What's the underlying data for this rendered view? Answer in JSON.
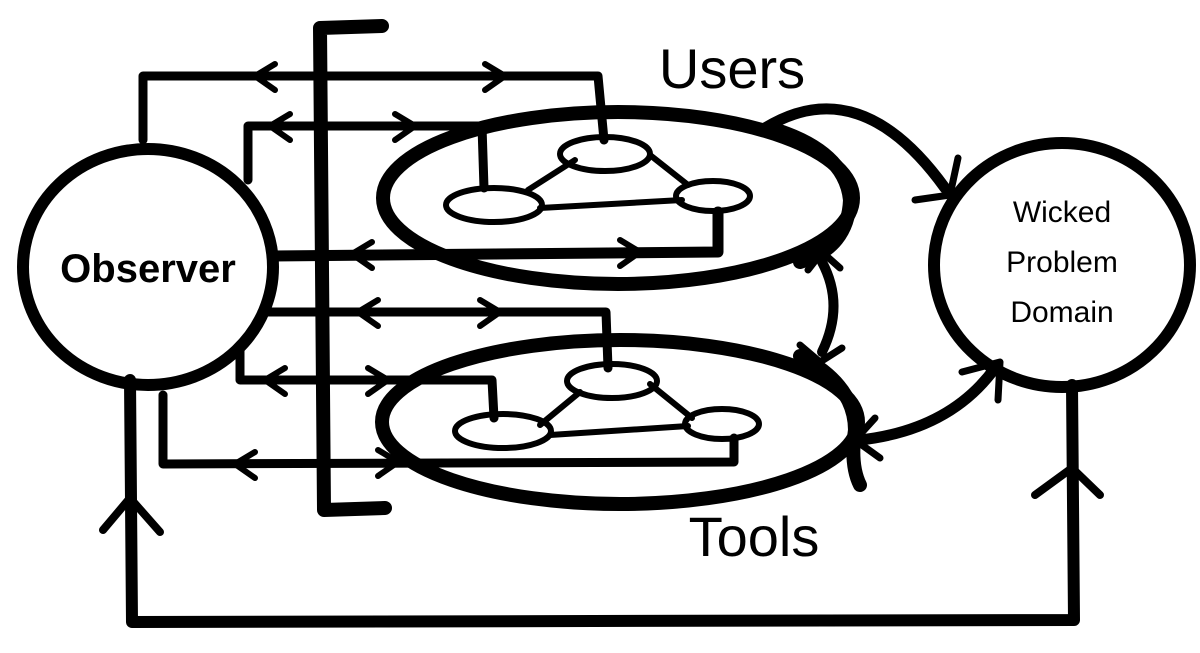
{
  "diagram": {
    "labels": {
      "observer": "Observer",
      "users": "Users",
      "tools": "Tools",
      "wicked_line1": "Wicked",
      "wicked_line2": "Problem",
      "wicked_line3": "Domain"
    },
    "colors": {
      "ink": "#000000",
      "background": "#ffffff"
    }
  }
}
